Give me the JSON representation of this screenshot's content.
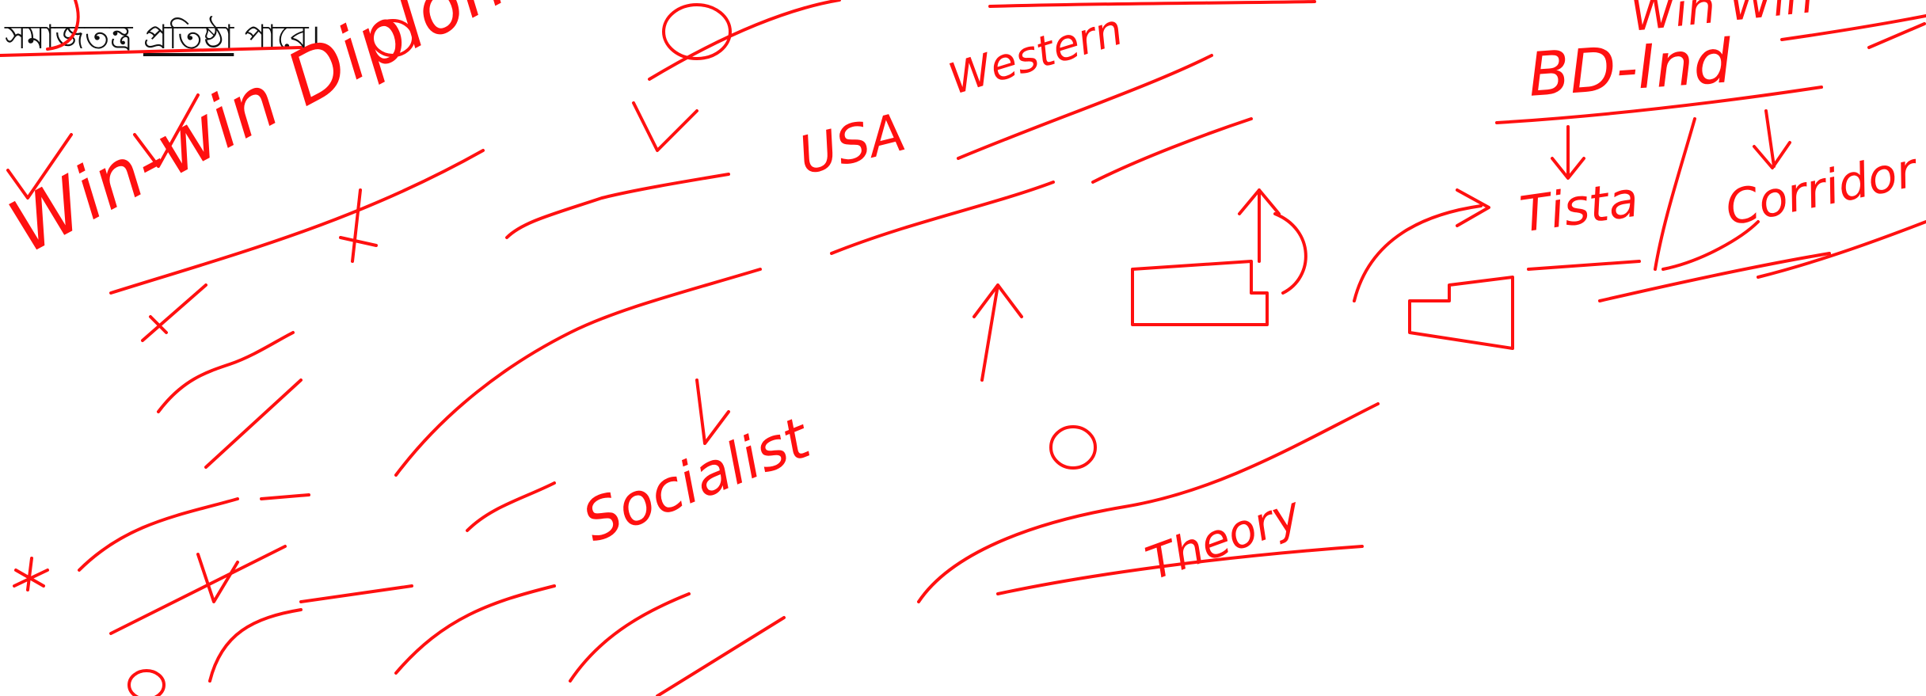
{
  "printed_line": {
    "part1": "সমাজতন্ত্র",
    "part2": "প্রতিষ্ঠা",
    "part3": "পাবে।"
  },
  "handwriting": {
    "win_win_diplomacy": "Win-win Diplomacy",
    "usa": "USA",
    "western": "Western",
    "socialist": "Socialist",
    "theory": "Theory",
    "bd_ind": "BD-Ind",
    "win_win_top": "Win Win",
    "tista": "Tista",
    "corridor": "Corridor"
  },
  "colors": {
    "ink": "#ff1010",
    "printed_text": "#111111",
    "background": "#ffffff"
  }
}
